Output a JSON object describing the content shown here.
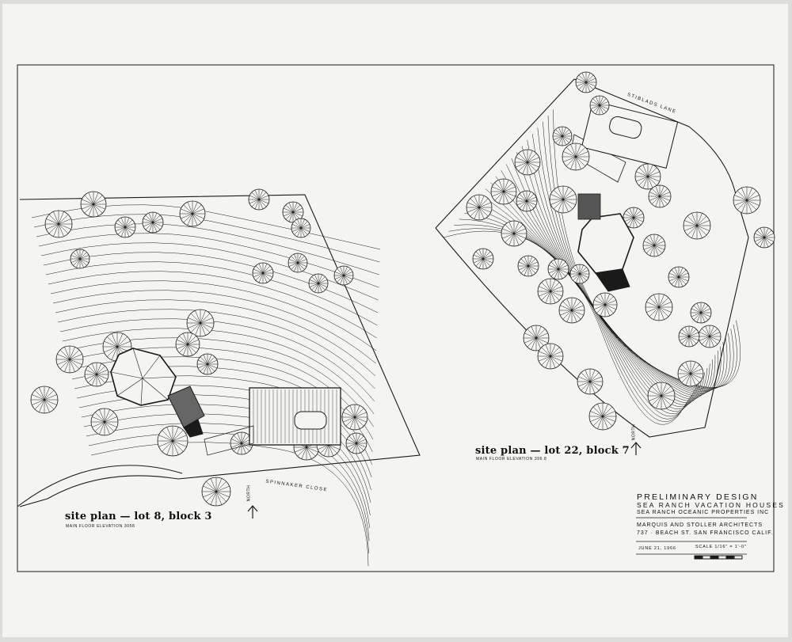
{
  "plan_left": {
    "title": "site plan — lot 8, block 3",
    "elevation_note": "MAIN FLOOR ELEVATION 3058",
    "road_label": "SPINNAKER CLOSE",
    "north_label": "NORTH"
  },
  "plan_right": {
    "title": "site plan — lot 22, block 7",
    "elevation_note": "MAIN FLOOR ELEVATION 396.8",
    "road_label": "STIBLADS LANE",
    "north_label": "NORTH"
  },
  "title_block": {
    "line1": "PRELIMINARY DESIGN",
    "line2": "SEA RANCH VACATION HOUSES",
    "line3": "SEA RANCH OCEANIC PROPERTIES INC",
    "line4": "MARQUIS AND STOLLER ARCHITECTS",
    "line5": "737 · BEACH ST. SAN FRANCISCO CALIF.",
    "date": "JUNE 21, 1966",
    "scale": "SCALE 1/16\" = 1'-0\""
  },
  "colors": {
    "ink": "#1a1a1a",
    "paper": "#f4f4f1",
    "margin": "#dcdcda"
  }
}
